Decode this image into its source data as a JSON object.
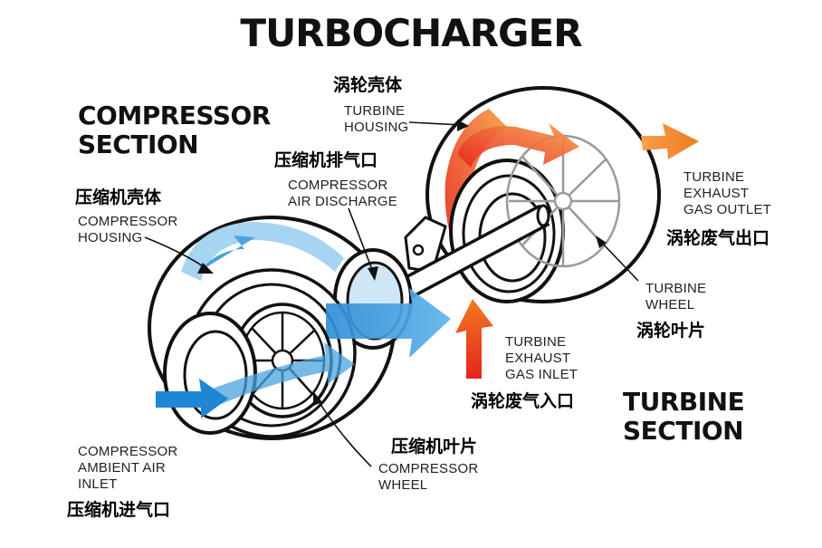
{
  "title": "TURBOCHARGER",
  "sections": {
    "compressor": [
      "COMPRESSOR",
      "SECTION"
    ],
    "turbine": [
      "TURBINE",
      "SECTION"
    ]
  },
  "labels": {
    "turbine_housing": {
      "cn": "涡轮壳体",
      "en": [
        "TURBINE",
        "HOUSING"
      ]
    },
    "compressor_discharge": {
      "cn": "压缩机排气口",
      "en": [
        "COMPRESSOR",
        "AIR DISCHARGE"
      ]
    },
    "compressor_housing": {
      "cn": "压缩机壳体",
      "en": [
        "COMPRESSOR",
        "HOUSING"
      ]
    },
    "turbine_exhaust_outlet": {
      "cn": "涡轮废气出口",
      "en": [
        "TURBINE",
        "EXHAUST",
        "GAS OUTLET"
      ]
    },
    "turbine_wheel": {
      "cn": "涡轮叶片",
      "en": [
        "TURBINE",
        "WHEEL"
      ]
    },
    "turbine_exhaust_inlet": {
      "cn": "涡轮废气入口",
      "en": [
        "TURBINE",
        "EXHAUST",
        "GAS INLET"
      ]
    },
    "compressor_wheel": {
      "cn": "压缩机叶片",
      "en": [
        "COMPRESSOR",
        "WHEEL"
      ]
    },
    "compressor_inlet": {
      "cn": "压缩机进气口",
      "en": [
        "COMPRESSOR",
        "AMBIENT AIR",
        "INLET"
      ]
    }
  },
  "colors": {
    "cold_air": "#4aa3df",
    "cold_air_light": "#9ccff0",
    "hot_gas": "#f07a1e",
    "hot_gas_red": "#e8241e",
    "outline": "#111111"
  }
}
